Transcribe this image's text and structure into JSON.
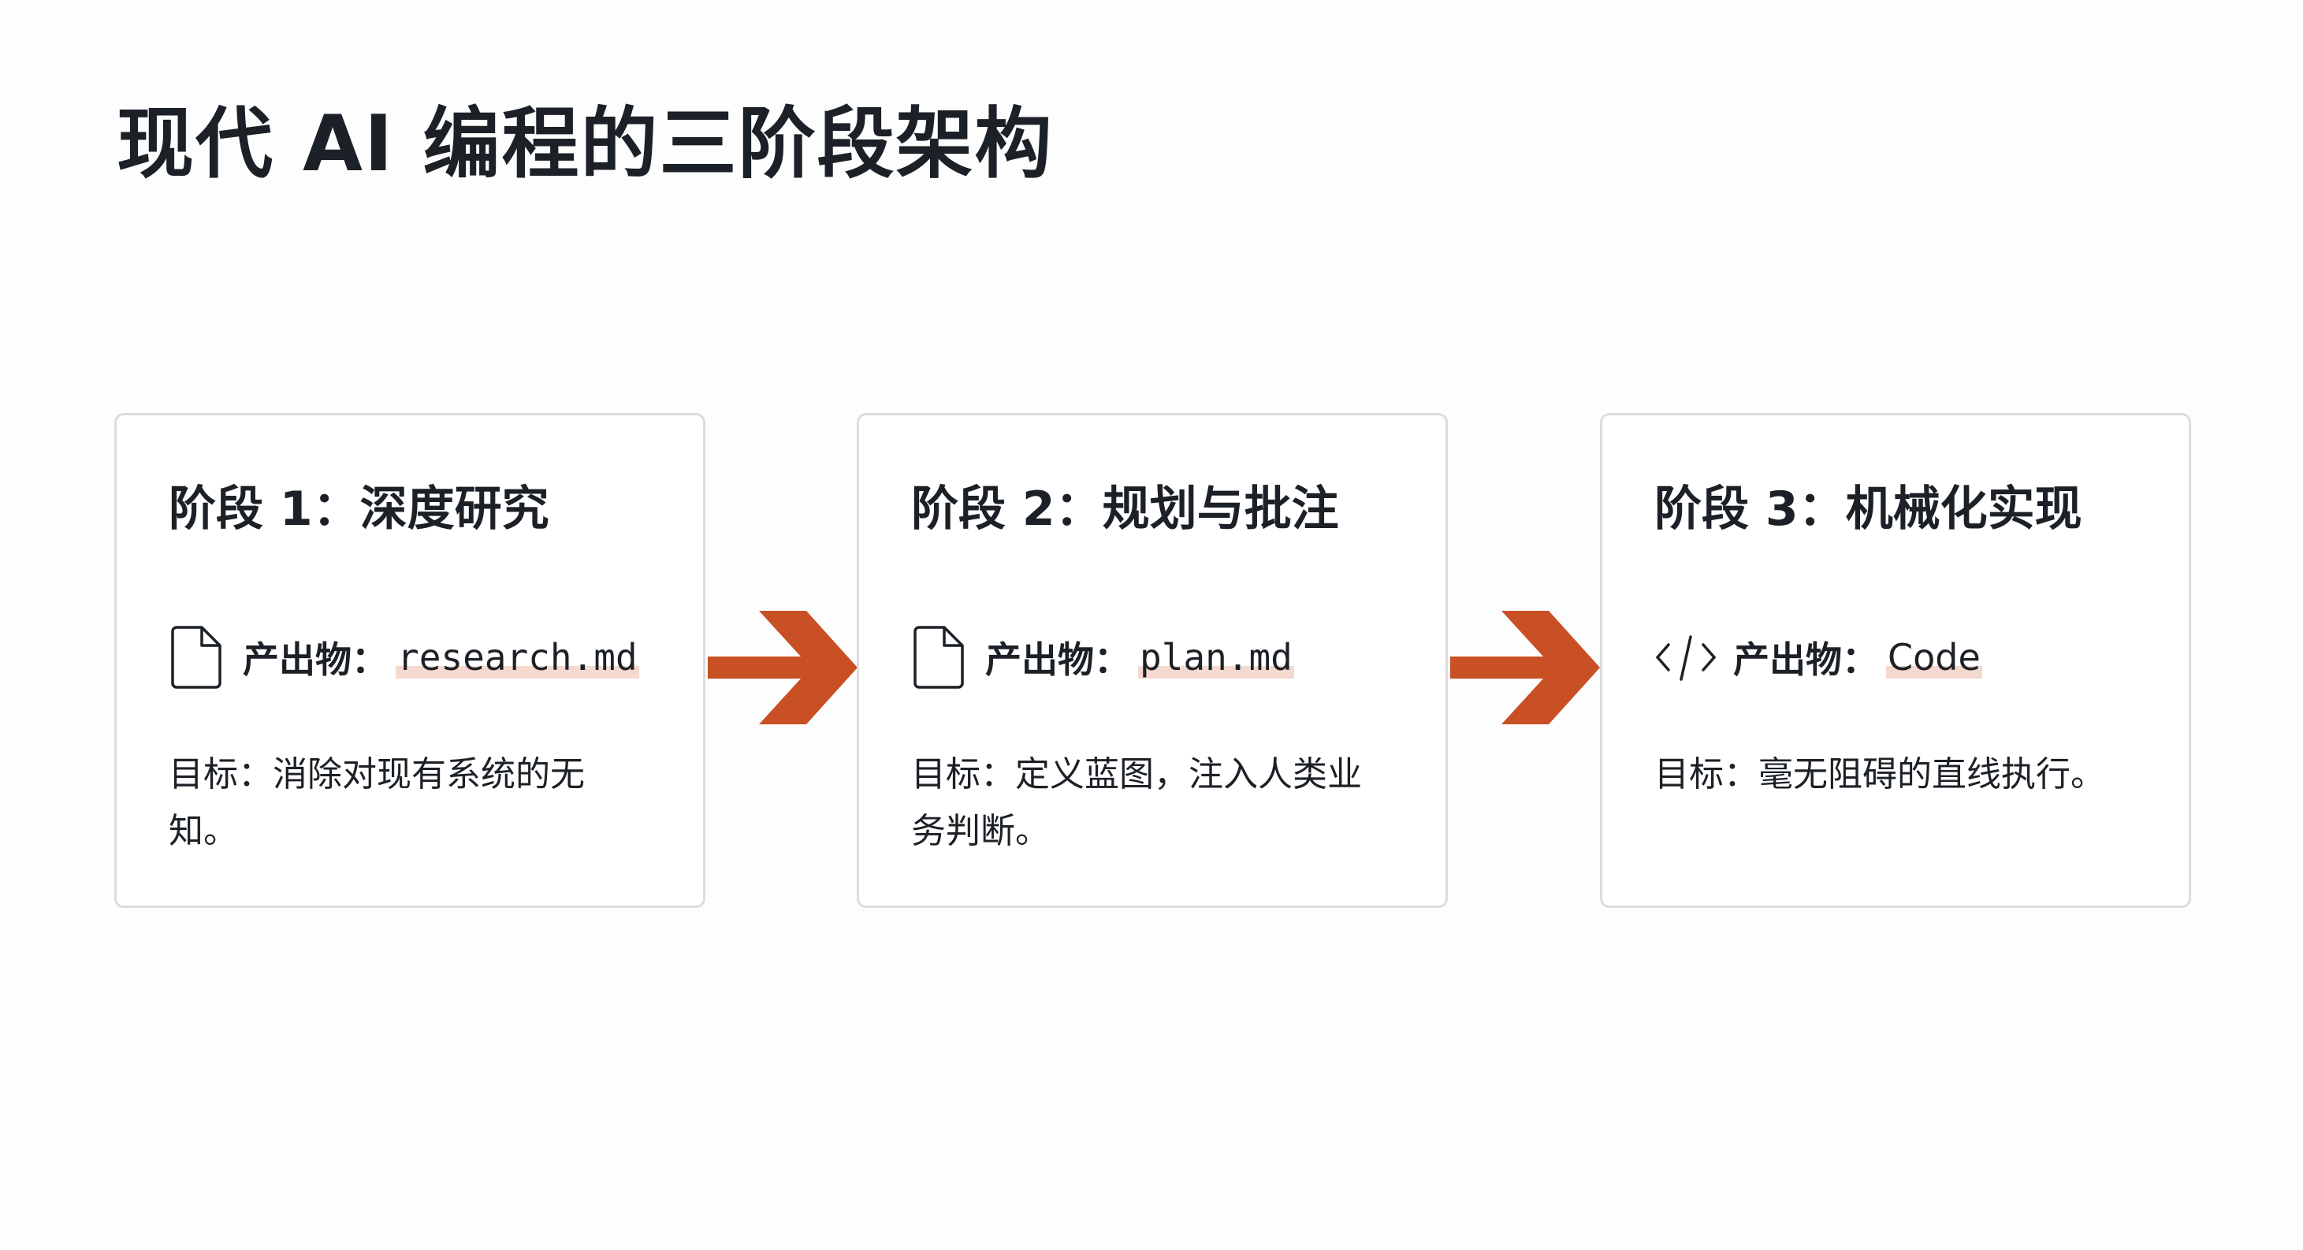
{
  "title": "现代 AI 编程的三阶段架构",
  "accent_color": "#c94f24",
  "stages": [
    {
      "title": "阶段 1：深度研究",
      "icon": "file-icon",
      "artifact_label": "产出物：",
      "artifact_value": "research.md",
      "goal": "目标：消除对现有系统的无知。"
    },
    {
      "title": "阶段 2：规划与批注",
      "icon": "file-icon",
      "artifact_label": "产出物：",
      "artifact_value": "plan.md",
      "goal": "目标：定义蓝图，注入人类业务判断。"
    },
    {
      "title": "阶段 3：机械化实现",
      "icon": "code-icon",
      "artifact_label": "产出物：",
      "artifact_value": "Code",
      "goal": "目标：毫无阻碍的直线执行。"
    }
  ]
}
